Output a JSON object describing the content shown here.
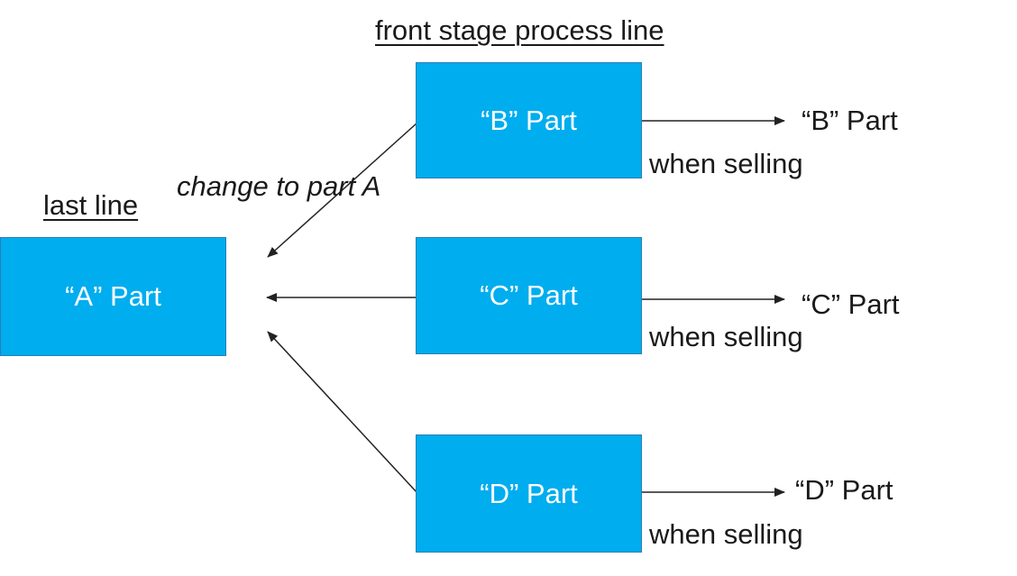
{
  "headings": {
    "front": "front stage process line",
    "last": "last line"
  },
  "boxes": {
    "a": "“A” Part",
    "b": "“B” Part",
    "c": "“C” Part",
    "d": "“D” Part"
  },
  "outputs": {
    "b": "“B” Part",
    "c": "“C” Part",
    "d": "“D” Part"
  },
  "selling": {
    "b": "when selling",
    "c": "when selling",
    "d": "when selling"
  },
  "change_label": "change to part A",
  "colors": {
    "box_fill": "#00adef",
    "box_border": "#2a7fb0",
    "text": "#1a1a1a",
    "arrow": "#222222"
  }
}
